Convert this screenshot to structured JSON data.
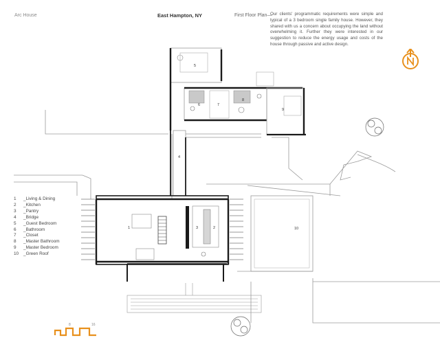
{
  "header": {
    "project_name": "Arc House",
    "location": "East Hampton, NY",
    "plan_title": "First Floor Plan—"
  },
  "description": "Our clients' programmatic requirements were simple and typical of a 3 bedroom single family house. However, they shared with us a concern about occupying the land without overwhelming it. Further they were interested in our suggestion to reduce the energy usage and costs of the house through passive and active design.",
  "legend": [
    {
      "num": "1",
      "label": "Living & Dining"
    },
    {
      "num": "2",
      "label": "Kitchen"
    },
    {
      "num": "3",
      "label": "Pantry"
    },
    {
      "num": "4",
      "label": "Bridge"
    },
    {
      "num": "5",
      "label": "Guest Bedroom"
    },
    {
      "num": "6",
      "label": "Bathroom"
    },
    {
      "num": "7",
      "label": "Closet"
    },
    {
      "num": "8",
      "label": "Master Bathroom"
    },
    {
      "num": "9",
      "label": "Master Bedroom"
    },
    {
      "num": "10",
      "label": "Green Roof"
    }
  ],
  "plan_labels": {
    "r1": "1",
    "r2": "2",
    "r3": "3",
    "r4": "4",
    "r5": "5",
    "r6": "6",
    "r7": "7",
    "r8": "8",
    "r9": "9",
    "r10": "10"
  },
  "scale_bar": {
    "label_mid": "8",
    "label_end": "16"
  },
  "colors": {
    "accent": "#e8901c",
    "wall": "#1a1a1a",
    "line": "#9a9a9a",
    "deck": "#c9c9c9"
  },
  "icons": {
    "north": "north-arrow-icon",
    "trees": "tree-canopy-icon"
  }
}
